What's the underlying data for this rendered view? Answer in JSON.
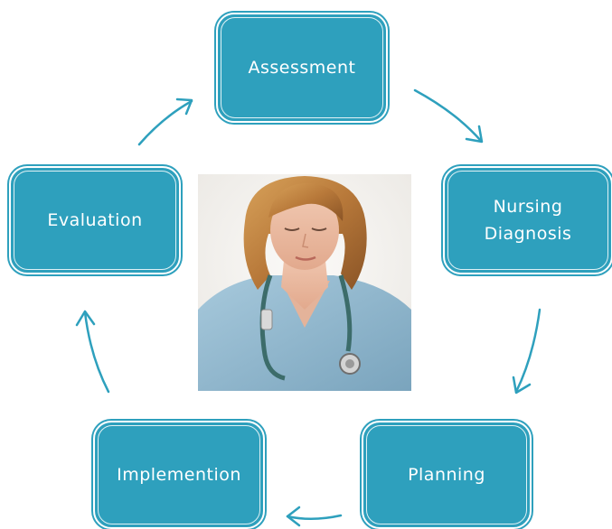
{
  "diagram": {
    "nodes": [
      {
        "id": "assessment",
        "label": "Assessment"
      },
      {
        "id": "nursing-diagnosis",
        "label": "Nursing\nDiagnosis"
      },
      {
        "id": "planning",
        "label": "Planning"
      },
      {
        "id": "implementation",
        "label": "Implemention"
      },
      {
        "id": "evaluation",
        "label": "Evaluation"
      }
    ],
    "edges": [
      {
        "from": "assessment",
        "to": "nursing-diagnosis"
      },
      {
        "from": "nursing-diagnosis",
        "to": "planning"
      },
      {
        "from": "planning",
        "to": "implementation"
      },
      {
        "from": "implementation",
        "to": "evaluation"
      },
      {
        "from": "evaluation",
        "to": "assessment"
      }
    ],
    "center_image": "nurse-with-stethoscope-photo"
  },
  "colors": {
    "node_fill": "#2ea0bd",
    "node_border": "#ffffff",
    "arrow": "#2ea0bd",
    "label": "#ffffff"
  }
}
